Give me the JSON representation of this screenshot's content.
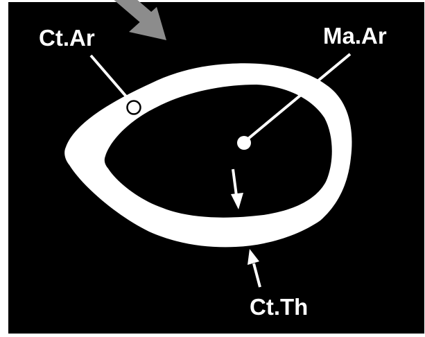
{
  "figure": {
    "labels": {
      "cortical_area": "Ct.Ar",
      "marrow_area": "Ma.Ar",
      "cortical_thickness": "Ct.Th"
    },
    "colors": {
      "background": "#000000",
      "border": "#ffffff",
      "cortex": "#ffffff",
      "marrow": "#000000",
      "arrow": "#8c8c8c",
      "pointer": "#ffffff"
    }
  }
}
